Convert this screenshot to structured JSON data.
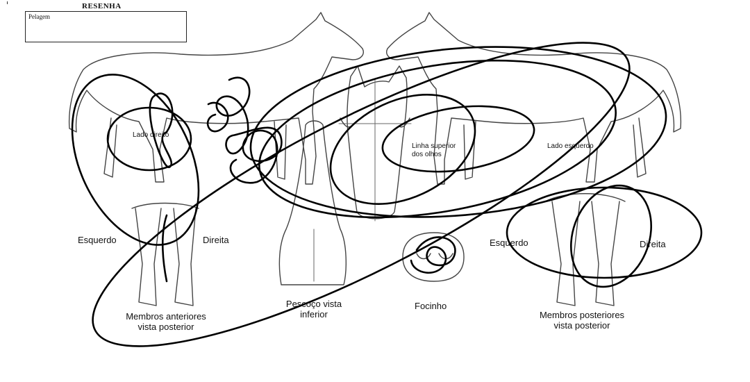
{
  "form": {
    "title": "RESENHA",
    "pelagem_label": "Pelagem"
  },
  "labels": {
    "lado_direito": "Lado direito",
    "lado_esquerdo": "Lado esquerdo",
    "linha_superior": [
      "Linha superior",
      "dos olhos"
    ],
    "anteriores_esquerdo": "Esquerdo",
    "anteriores_direita": "Direita",
    "membros_anteriores": [
      "Membros anteriores",
      "vista posterior"
    ],
    "pescoco": [
      "Pescoço vista",
      "inferior"
    ],
    "focinho": "Focinho",
    "posteriores_esquerdo": "Esquerdo",
    "posteriores_direita": "Direita",
    "membros_posteriores": [
      "Membros posteriores",
      "vista posterior"
    ]
  }
}
